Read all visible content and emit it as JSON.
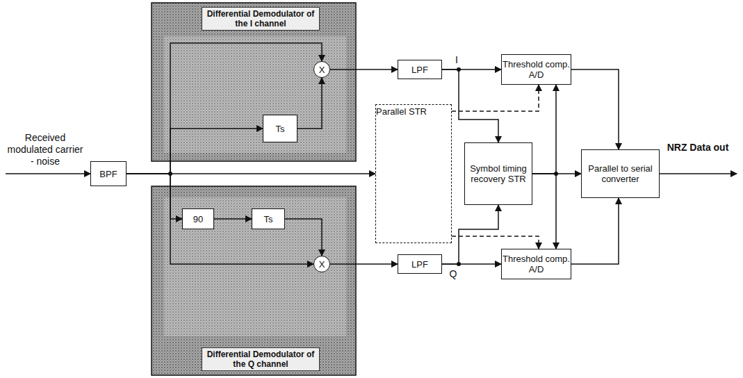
{
  "diagram": {
    "nodes": [
      {
        "text": [
          "Differential Demodulator of the I channel"
        ]
      },
      {
        "text": [
          "X"
        ],
        "in": 0
      },
      {
        "text": [
          "Ts"
        ],
        "in": 0
      },
      {
        "text": [
          "BPF"
        ]
      },
      {
        "text": [
          "LPF"
        ]
      },
      {
        "text": [
          "Threshold comp. A/D"
        ]
      },
      {
        "text": [
          "Parallel STR"
        ]
      },
      {
        "text": [
          "Symbol timing recovery STR"
        ]
      },
      {
        "text": [
          "Parallel to serial converter"
        ]
      },
      {
        "text": [
          "Differential Demodulator of the Q channel"
        ]
      },
      {
        "text": [
          "90"
        ],
        "in": 9
      },
      {
        "text": [
          "Ts"
        ],
        "in": 9
      },
      {
        "text": [
          "X"
        ],
        "in": 9
      },
      {
        "text": [
          "LPF"
        ]
      },
      {
        "text": [
          "Threshold comp. A/D"
        ]
      }
    ],
    "edges": [
      {
        "from": 3,
        "to": 1,
        "arrow": "to"
      },
      {
        "from": 3,
        "to": 2,
        "arrow": "to"
      },
      {
        "from": 2,
        "to": 1,
        "arrow": "to"
      },
      {
        "from": 1,
        "to": 4,
        "arrow": "to"
      },
      {
        "from": 4,
        "to": 5,
        "arrow": "to"
      },
      {
        "from": 4,
        "to": 7,
        "arrow": "to"
      },
      {
        "from": 5,
        "to": 8,
        "arrow": "to"
      },
      {
        "from": 7,
        "to": 8,
        "arrow": "to"
      },
      {
        "from": 7,
        "to": 5,
        "arrow": "to"
      },
      {
        "from": 7,
        "to": 14,
        "arrow": "to"
      },
      {
        "from": 3,
        "to": 6,
        "arrow": "to"
      },
      {
        "from": 6,
        "to": 5,
        "arrow": "to"
      },
      {
        "from": 6,
        "to": 14,
        "arrow": "to"
      },
      {
        "from": 3,
        "to": 10,
        "arrow": "to"
      },
      {
        "from": 10,
        "to": 11,
        "arrow": "to"
      },
      {
        "from": 11,
        "to": 12,
        "arrow": "to"
      },
      {
        "from": 3,
        "to": 12,
        "arrow": "to"
      },
      {
        "from": 12,
        "to": 13,
        "arrow": "to"
      },
      {
        "from": 13,
        "to": 14,
        "arrow": "to"
      },
      {
        "from": 13,
        "to": 7,
        "arrow": "to"
      },
      {
        "from": 14,
        "to": 8,
        "arrow": "to"
      }
    ],
    "labels": [
      "Received modulated carrier - noise",
      "NRZ Data out",
      "I",
      "Q"
    ]
  }
}
